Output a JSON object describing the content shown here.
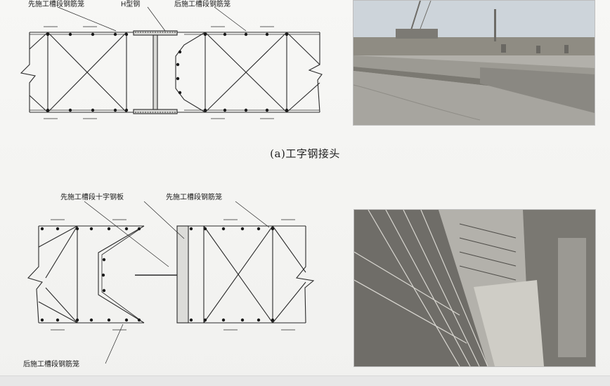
{
  "figure": {
    "caption": "(a)工字钢接头"
  },
  "top_diagram": {
    "label_first_cage": "先施工槽段钢筋笼",
    "label_h_steel": "H型钢",
    "label_later_cage": "后施工槽段钢筋笼"
  },
  "bottom_diagram": {
    "label_cross_plate": "先施工槽段十字钢板",
    "label_first_cage": "先施工槽段钢筋笼",
    "label_later_cage": "后施工槽段钢筋笼"
  },
  "photos": {
    "top": "construction-site-h-steel-joint",
    "bottom": "trench-steel-cage-cross-plate"
  },
  "colors": {
    "line": "#2b2b2b",
    "dot": "#1a1a1a",
    "sky": "#cfd6dc",
    "concrete": "#a8a6a2"
  }
}
